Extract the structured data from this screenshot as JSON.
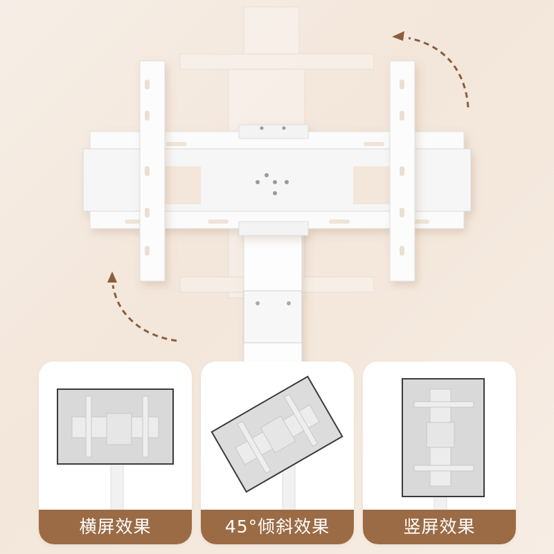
{
  "hero": {
    "description": "white TV wall mount bracket rotating between landscape and portrait",
    "arrow_color": "#8a5e3b",
    "icons": [
      "rotate-arrow-top-right",
      "rotate-arrow-bottom-left"
    ]
  },
  "cards": [
    {
      "label": "横屏效果",
      "orientation": "landscape",
      "angle": 0
    },
    {
      "label": "45°倾斜效果",
      "orientation": "tilted",
      "angle": -30
    },
    {
      "label": "竖屏效果",
      "orientation": "portrait",
      "angle": 90
    }
  ],
  "colors": {
    "background": "#f5ebe1",
    "label_band": "#9b6b45",
    "label_text": "#ffffff",
    "card": "#ffffff",
    "screen_frame": "#3a3a3a",
    "screen_fill": "#d9d9d9"
  }
}
